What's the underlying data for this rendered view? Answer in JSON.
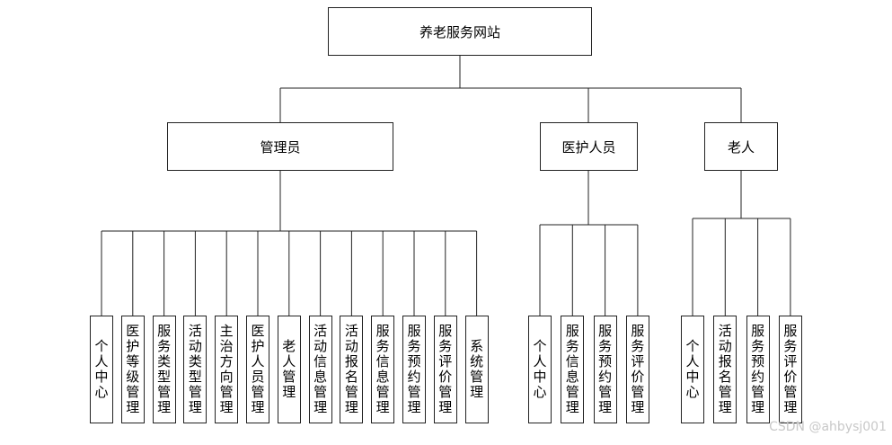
{
  "root": {
    "label": "养老服务网站"
  },
  "groups": [
    {
      "label": "管理员",
      "children": [
        "个人中心",
        "医护等级管理",
        "服务类型管理",
        "活动类型管理",
        "主治方向管理",
        "医护人员管理",
        "老人管理",
        "活动信息管理",
        "活动报名管理",
        "服务信息管理",
        "服务预约管理",
        "服务评价管理",
        "系统管理"
      ]
    },
    {
      "label": "医护人员",
      "children": [
        "个人中心",
        "服务信息管理",
        "服务预约管理",
        "服务评价管理"
      ]
    },
    {
      "label": "老人",
      "children": [
        "个人中心",
        "活动报名管理",
        "服务预约管理",
        "服务评价管理"
      ]
    }
  ],
  "watermark": "CSDN @ahbysj001"
}
